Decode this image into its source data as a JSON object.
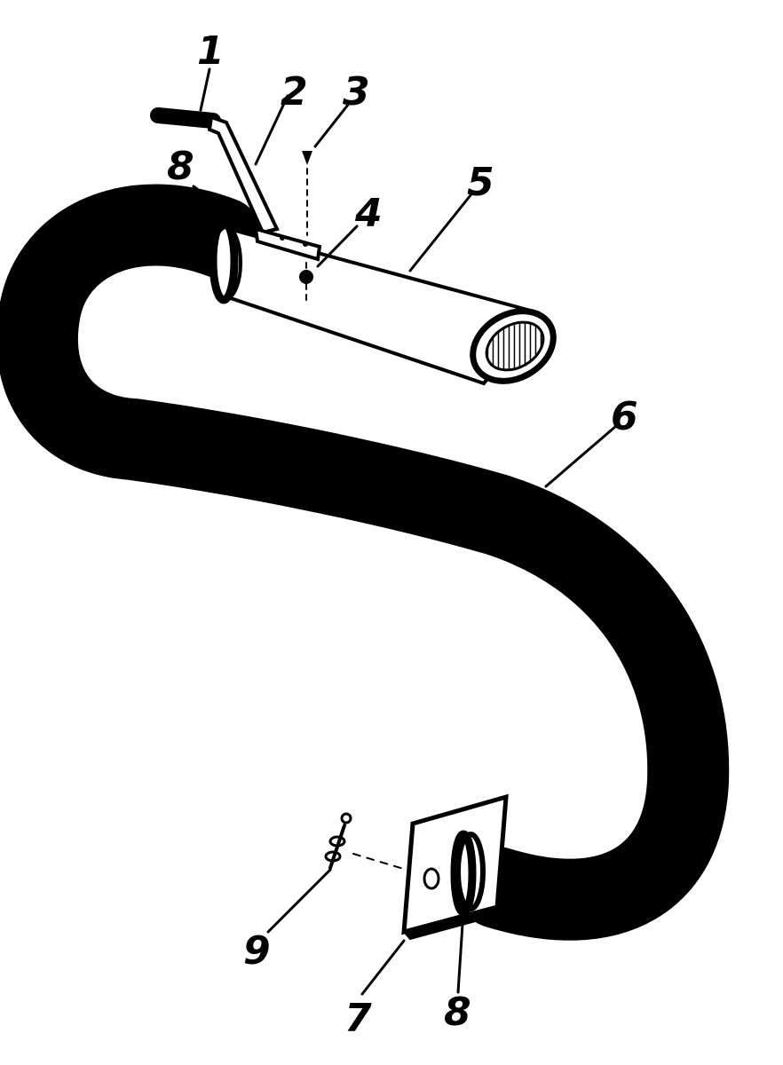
{
  "diagram": {
    "callouts": {
      "c1": "1",
      "c2": "2",
      "c3": "3",
      "c4": "4",
      "c5": "5",
      "c6": "6",
      "c7": "7",
      "c8_top": "8",
      "c8_bottom": "8",
      "c9": "9"
    },
    "parts": [
      "handle",
      "handle-bracket",
      "screw",
      "nut",
      "nozzle-tube",
      "flexible-hose",
      "mounting-plate",
      "hose-clamp",
      "fastener-set"
    ]
  }
}
